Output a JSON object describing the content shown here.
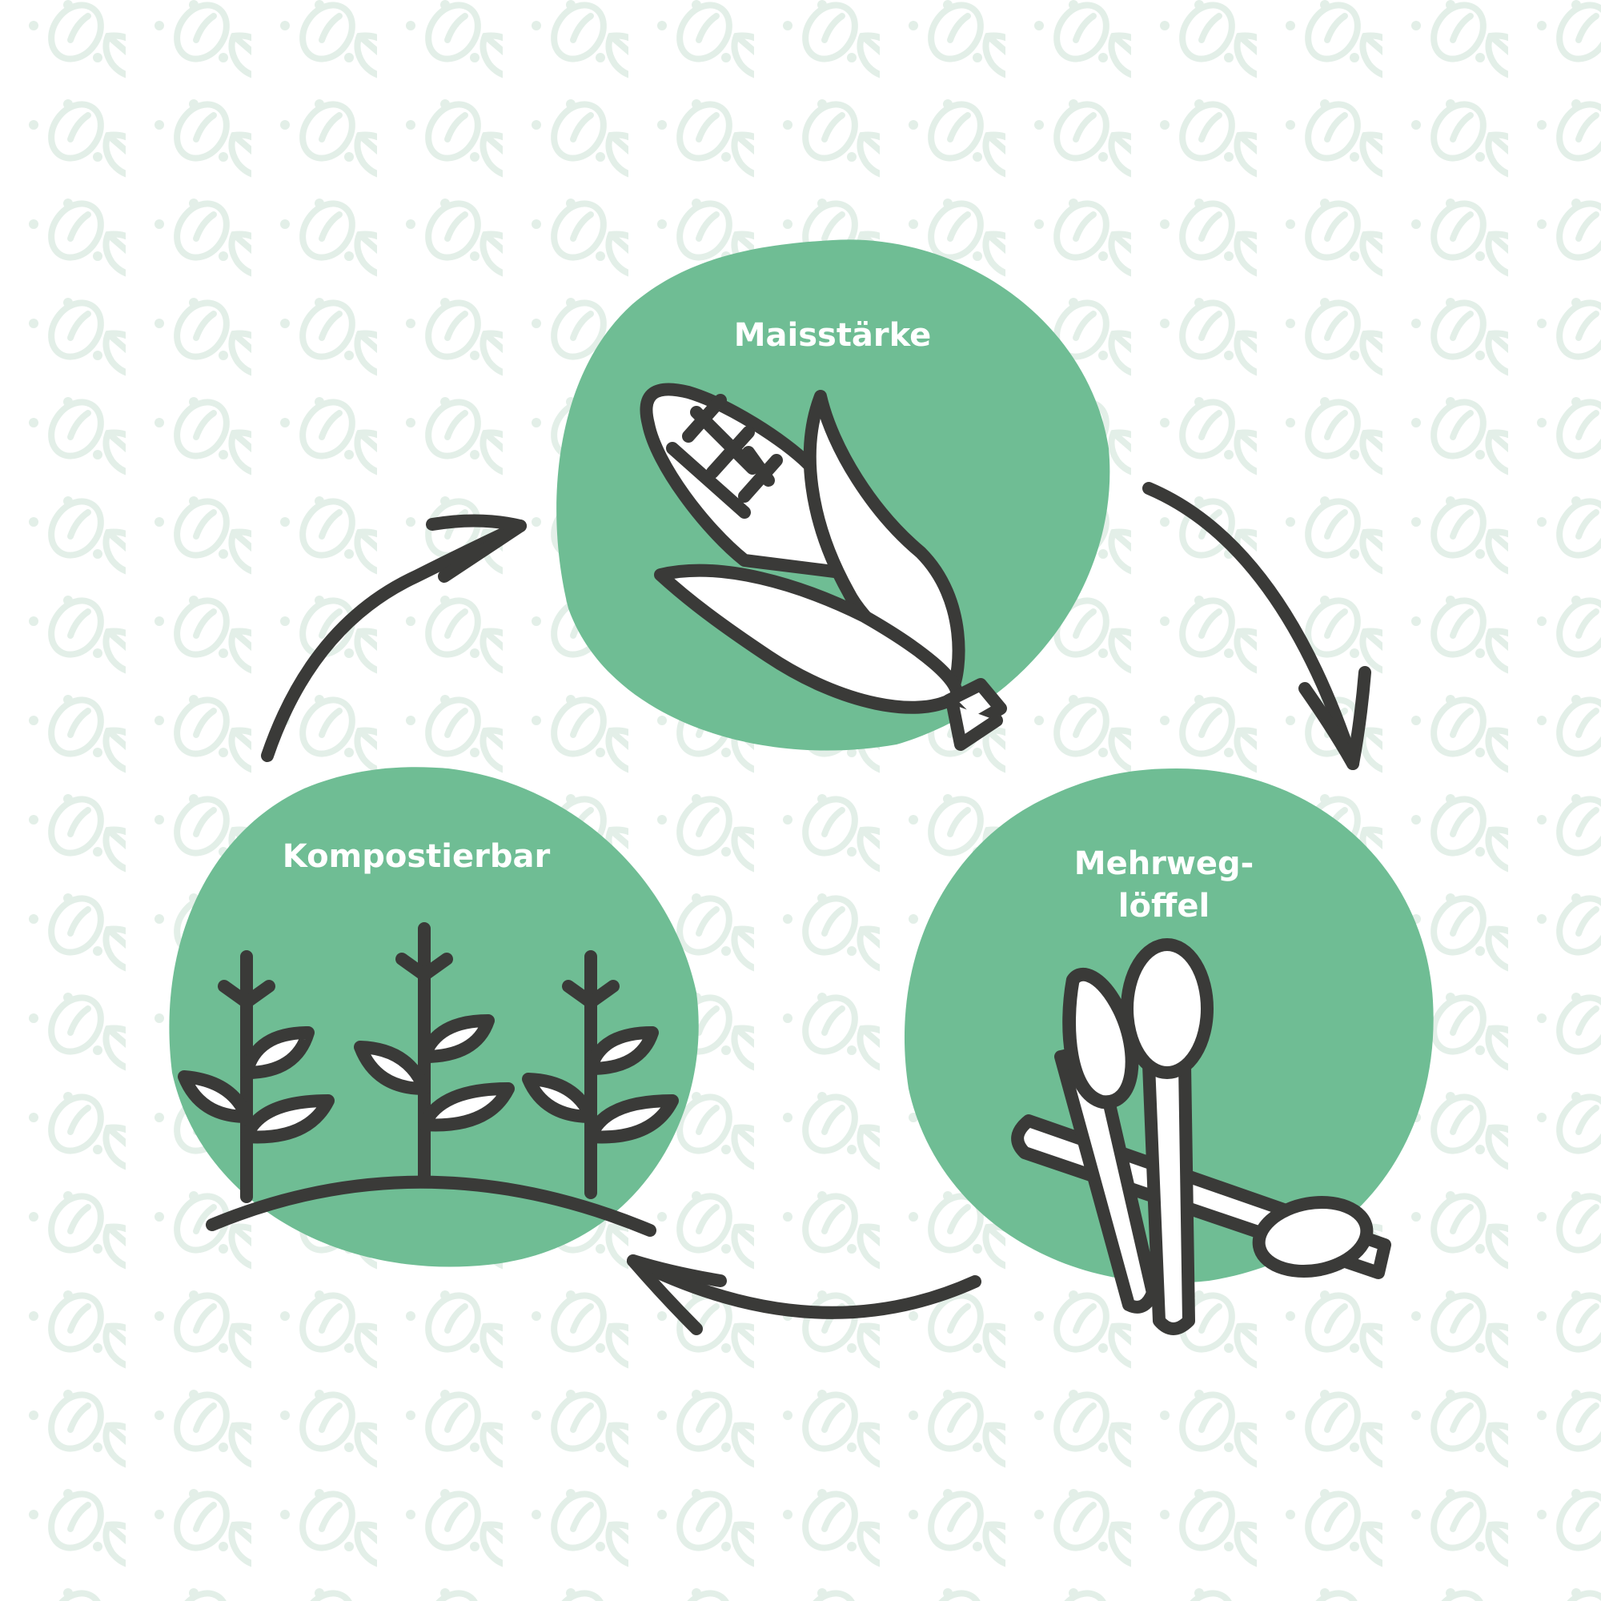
{
  "colors": {
    "blob": "#6fbd94",
    "pattern": "#e3efe8",
    "ink": "#3a3a38",
    "background": "#ffffff"
  },
  "steps": [
    {
      "label": "Maisstärke",
      "icon": "corn-icon"
    },
    {
      "label_line1": "Mehrweg-",
      "label_line2": "löffel",
      "icon": "spoons-icon"
    },
    {
      "label": "Kompostierbar",
      "icon": "plants-icon"
    }
  ]
}
